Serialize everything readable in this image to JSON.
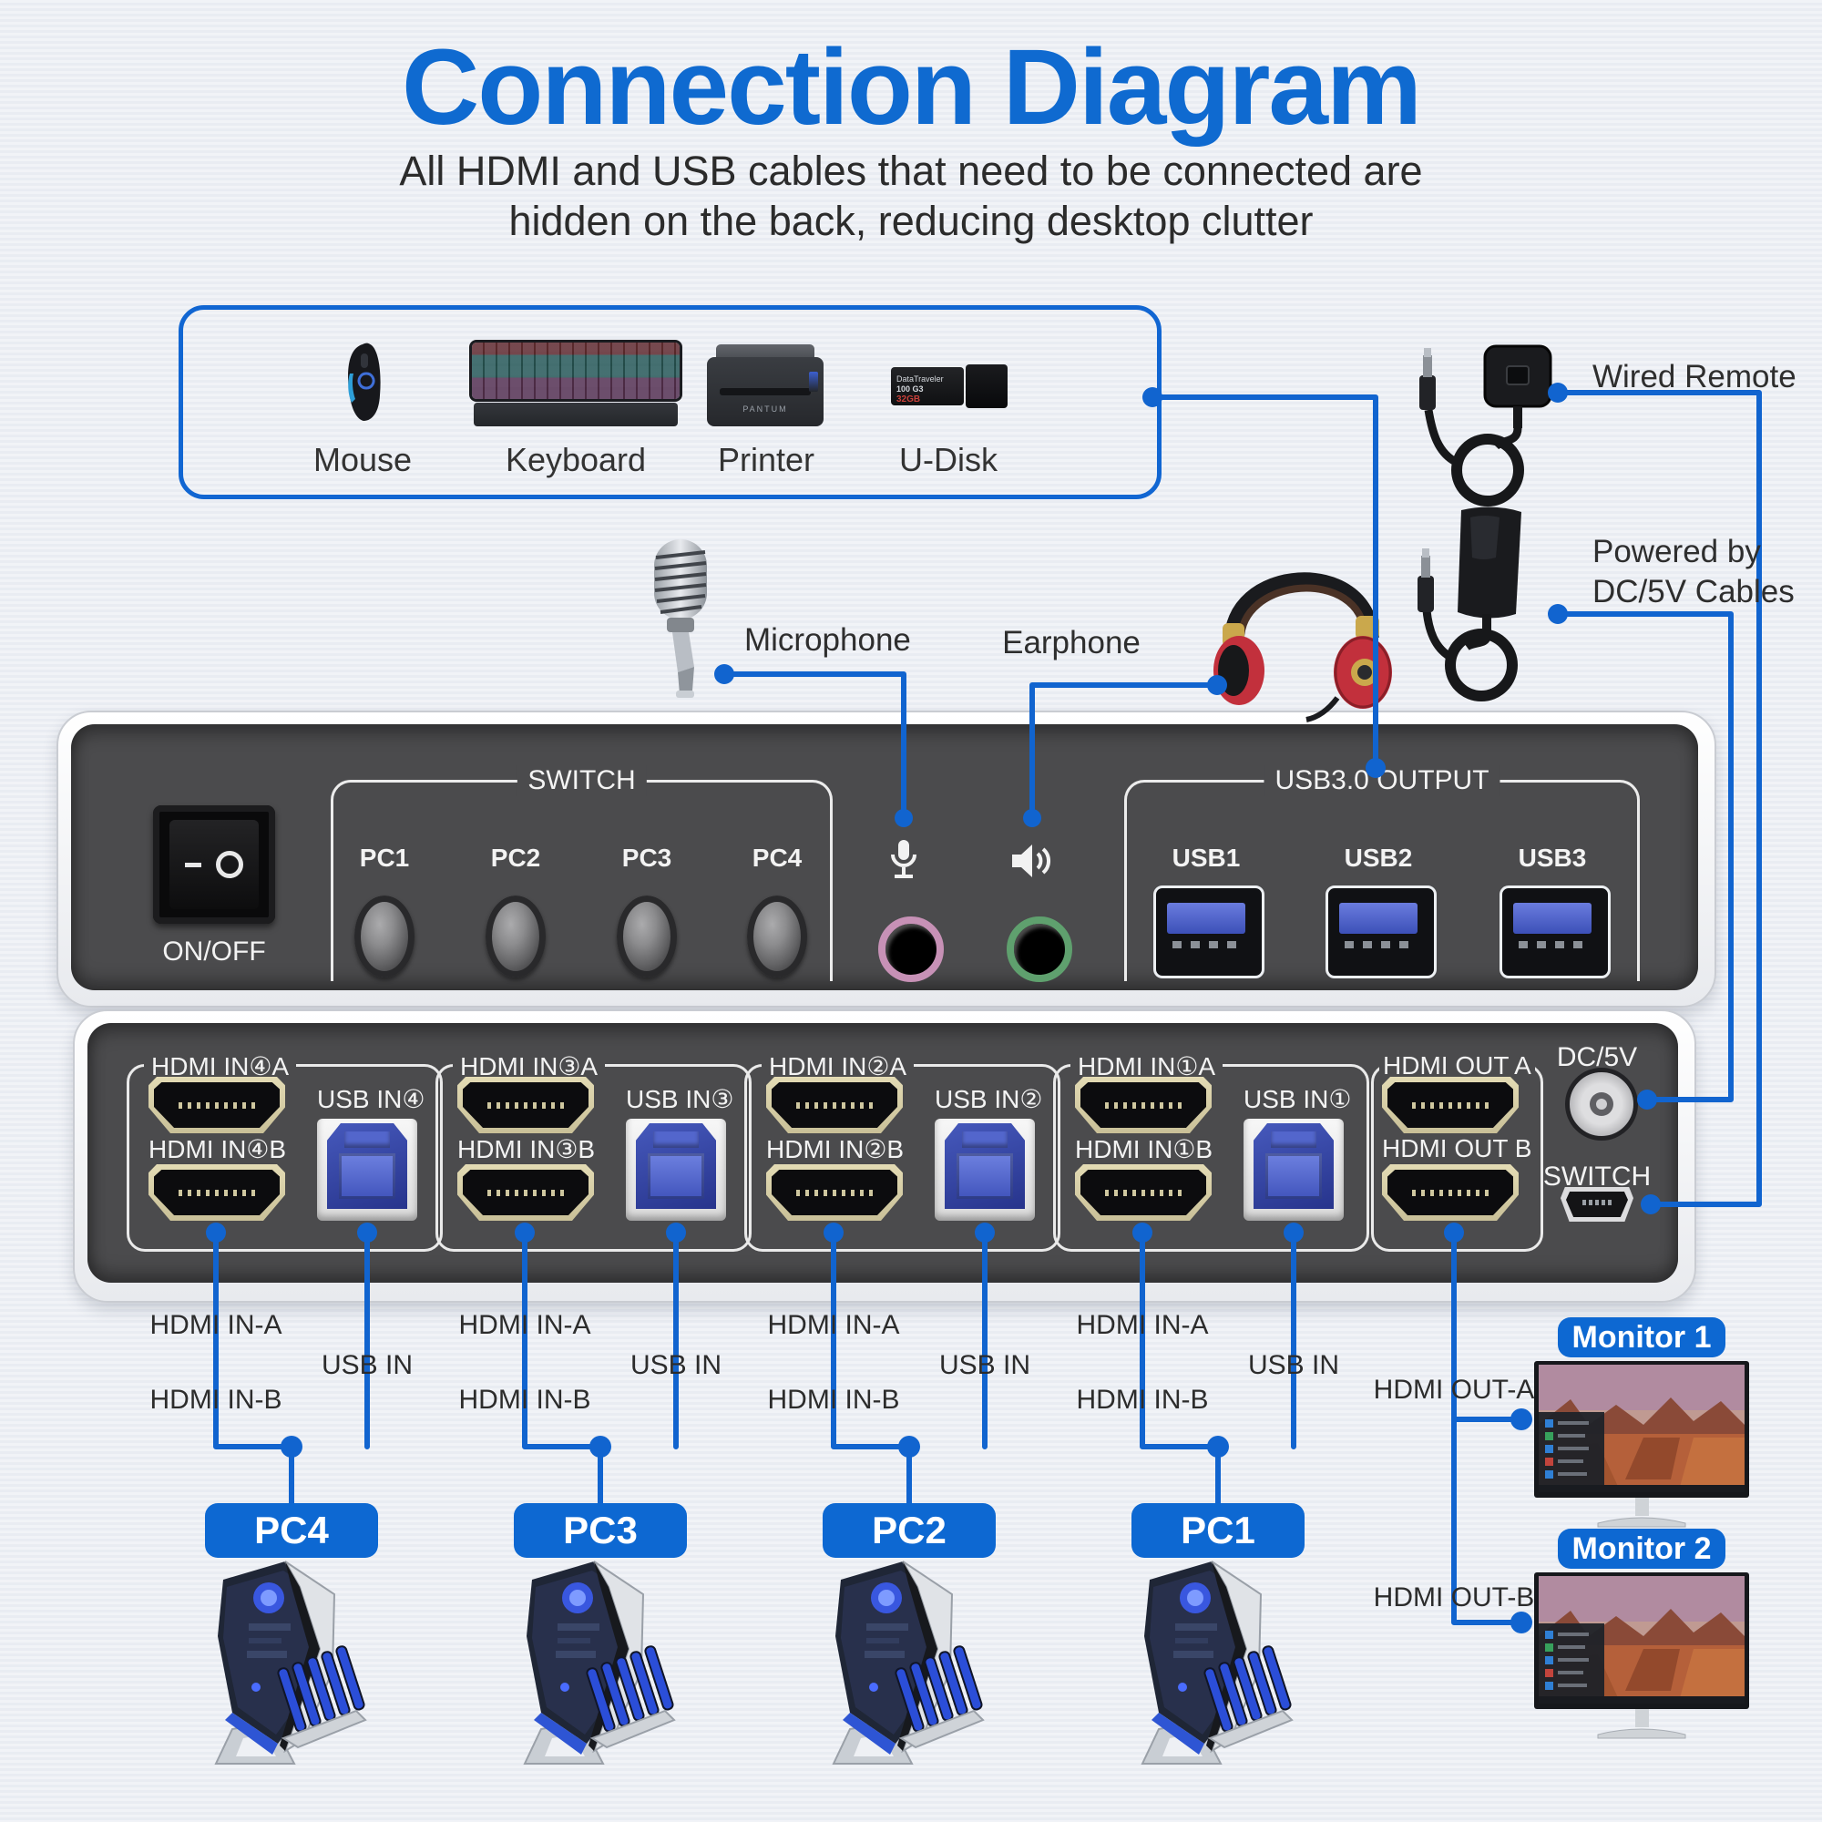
{
  "title": "Connection Diagram",
  "subtitle": {
    "line1": "All HDMI and USB cables that need to be connected are",
    "line2": "hidden on the back, reducing desktop clutter"
  },
  "colors": {
    "accent_blue": "#1164cf",
    "title_blue": "#0f6ad0",
    "panel_dark": "#4b4b4d",
    "badge_blue": "#0d68d2"
  },
  "peripherals": {
    "mouse": "Mouse",
    "keyboard": "Keyboard",
    "printer": "Printer",
    "udisk": "U-Disk",
    "printer_brand": "PANTUM",
    "udisk_line1": "DataTraveler",
    "udisk_line2": "100 G3",
    "udisk_capacity": "32GB"
  },
  "callouts": {
    "wired_remote": "Wired Remote",
    "powered_line1": "Powered by",
    "powered_line2": "DC/5V Cables",
    "microphone": "Microphone",
    "earphone": "Earphone"
  },
  "front_panel": {
    "power": "ON/OFF",
    "switch_legend": "SWITCH",
    "pc_buttons": [
      "PC1",
      "PC2",
      "PC3",
      "PC4"
    ],
    "usb_legend": "USB3.0 OUTPUT",
    "usb_ports": [
      "USB1",
      "USB2",
      "USB3"
    ]
  },
  "back_panel": {
    "groups": [
      {
        "hdmi_a": "HDMI IN④A",
        "hdmi_b": "HDMI IN④B",
        "usb": "USB IN④"
      },
      {
        "hdmi_a": "HDMI IN③A",
        "hdmi_b": "HDMI IN③B",
        "usb": "USB IN③"
      },
      {
        "hdmi_a": "HDMI IN②A",
        "hdmi_b": "HDMI IN②B",
        "usb": "USB IN②"
      },
      {
        "hdmi_a": "HDMI IN①A",
        "hdmi_b": "HDMI IN①B",
        "usb": "USB IN①"
      }
    ],
    "out_group": {
      "hdmi_a": "HDMI OUT A",
      "hdmi_b": "HDMI OUT B"
    },
    "dc": "DC/5V",
    "switch": "SWITCH"
  },
  "cable_labels": {
    "hdmi_a": "HDMI IN-A",
    "hdmi_b": "HDMI IN-B",
    "usb": "USB IN",
    "out_a": "HDMI OUT-A",
    "out_b": "HDMI OUT-B"
  },
  "pc_badges": [
    "PC4",
    "PC3",
    "PC2",
    "PC1"
  ],
  "monitor_badges": [
    "Monitor 1",
    "Monitor 2"
  ]
}
